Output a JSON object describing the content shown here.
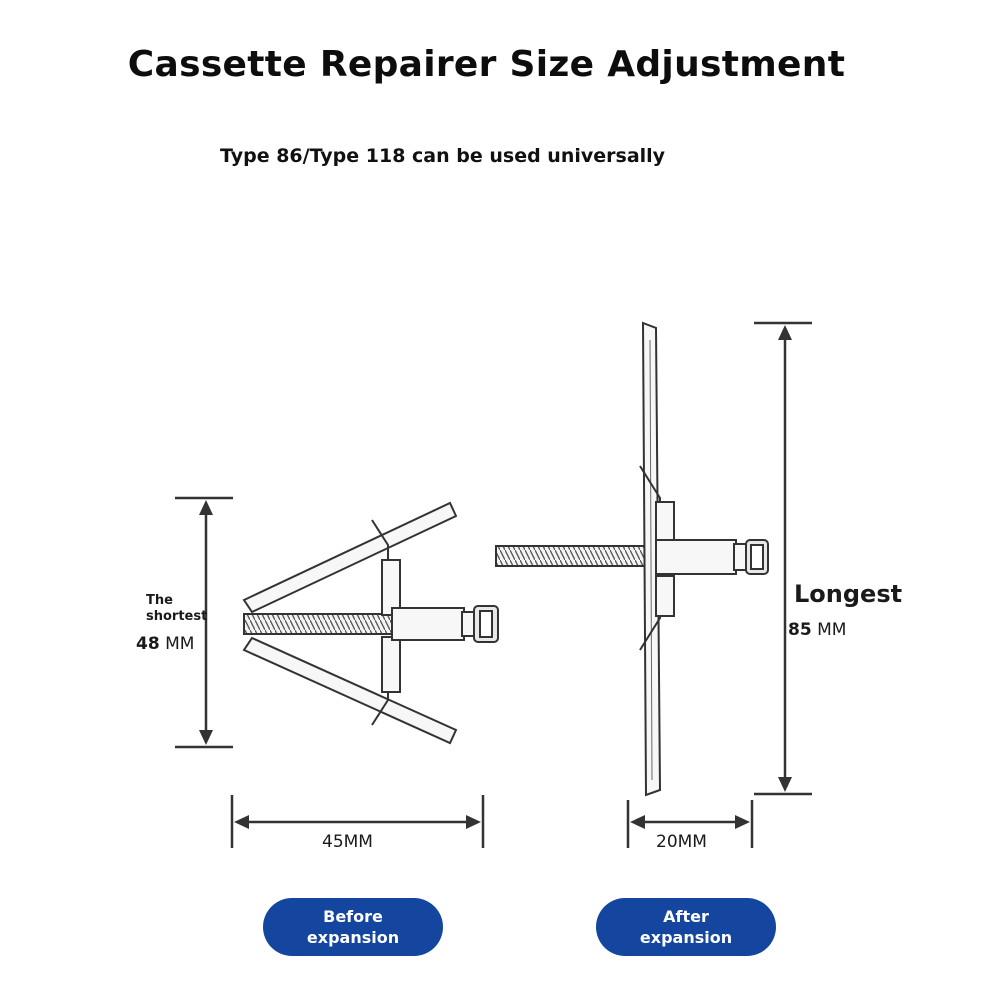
{
  "title": "Cassette Repairer Size Adjustment",
  "subtitle": "Type 86/Type 118 can be used universally",
  "before": {
    "height_label_line1": "The",
    "height_label_line2": "shortest",
    "height_value": "48",
    "height_unit": "MM",
    "width_label": "45MM",
    "button_label": "Before expansion"
  },
  "after": {
    "height_label": "Longest",
    "height_value": "85",
    "height_unit": "MM",
    "width_label": "20MM",
    "button_label": "After expansion"
  },
  "colors": {
    "line": "#333333",
    "button": "#1446a0",
    "button_text": "#ffffff"
  }
}
